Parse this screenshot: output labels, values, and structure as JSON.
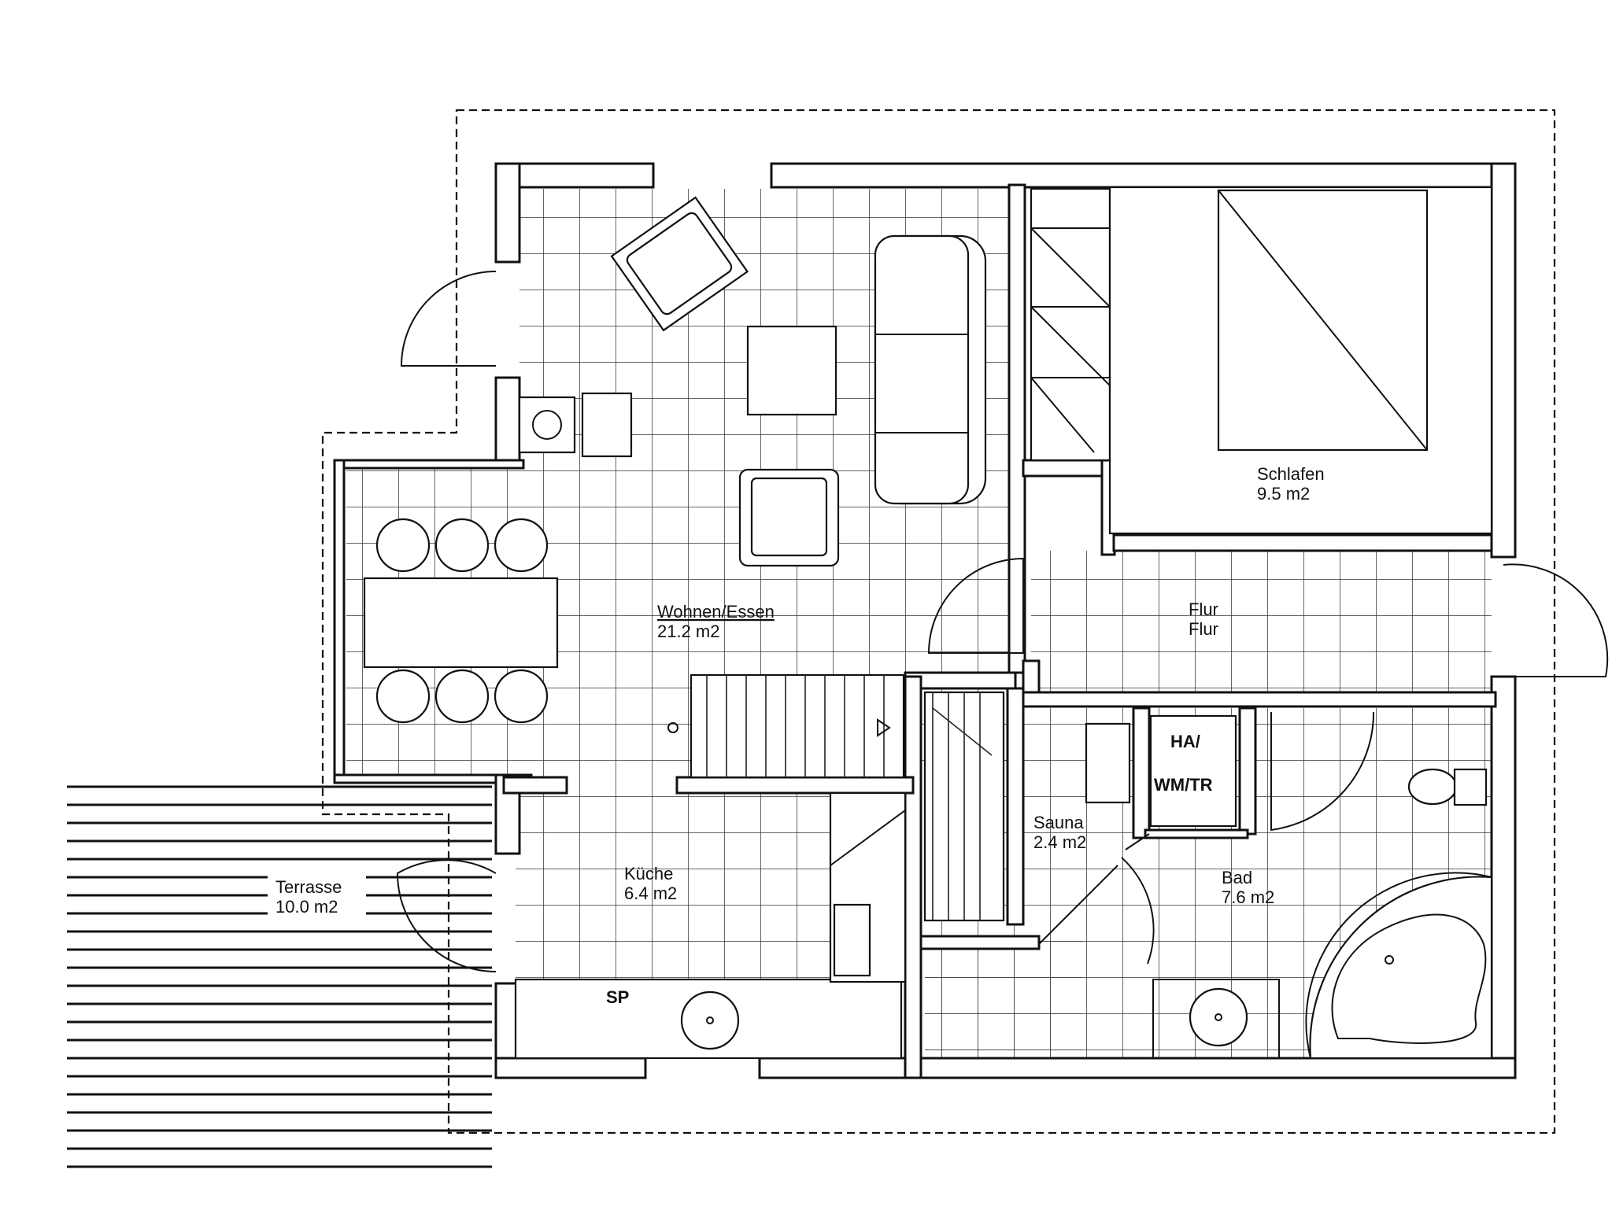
{
  "rooms": {
    "wohnen": {
      "name": "Wohnen/Essen",
      "area": "21.2 m2"
    },
    "schlafen": {
      "name": "Schlafen",
      "area": "9.5 m2"
    },
    "flur": {
      "name": "Flur",
      "name2": "Flur"
    },
    "kueche": {
      "name": "Küche",
      "area": "6.4 m2"
    },
    "sauna": {
      "name": "Sauna",
      "area": "2.4 m2"
    },
    "bad": {
      "name": "Bad",
      "area": "7.6 m2"
    },
    "terrasse": {
      "name": "Terrasse",
      "area": "10.0 m2"
    },
    "ha": {
      "name": "HA/"
    },
    "wmtr": {
      "name": "WM/TR"
    },
    "sp": {
      "name": "SP"
    }
  },
  "icons": [
    "door-swing-icon",
    "bed-icon",
    "sofa-icon",
    "armchair-icon",
    "dining-table-icon",
    "stove-icon",
    "bathtub-icon",
    "toilet-icon",
    "sink-icon",
    "stairs-icon"
  ]
}
